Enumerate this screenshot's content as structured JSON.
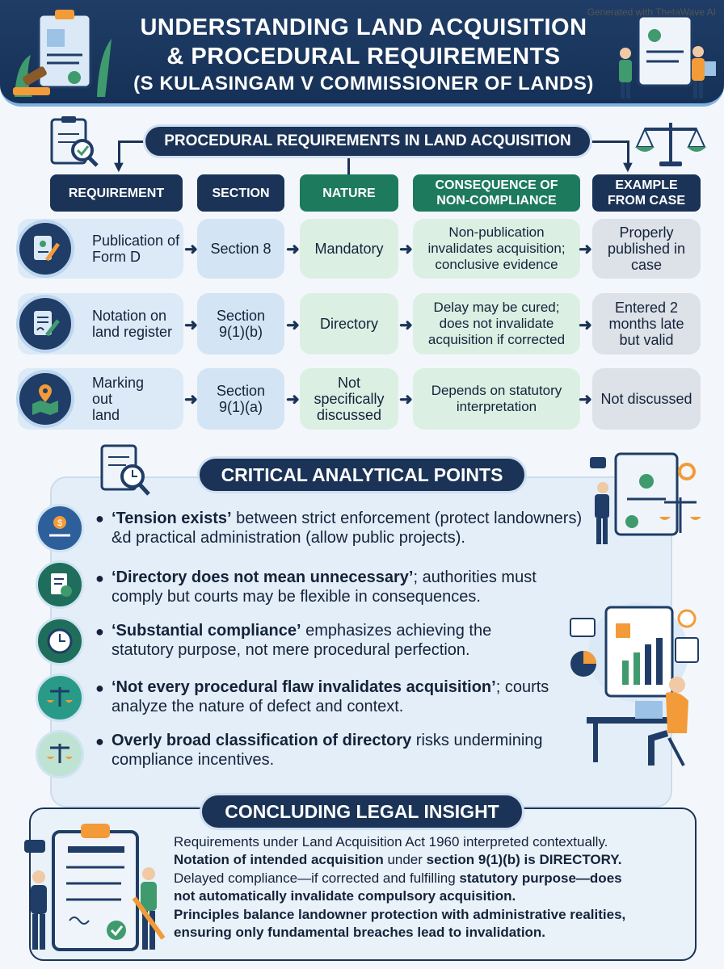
{
  "watermark": "Generated with ThetaWave AI",
  "header": {
    "line1": "UNDERSTANDING LAND ACQUISITION",
    "line2": "& PROCEDURAL REQUIREMENTS",
    "line3": "(S KULASINGAM V COMMISSIONER OF LANDS)"
  },
  "procedural": {
    "title": "PROCEDURAL REQUIREMENTS IN LAND ACQUISITION",
    "columns": [
      "REQUIREMENT",
      "SECTION",
      "NATURE",
      "CONSEQUENCE OF NON-COMPLIANCE",
      "EXAMPLE FROM CASE"
    ],
    "rows": [
      {
        "requirement": "Publication of Form D",
        "section": "Section 8",
        "nature": "Mandatory",
        "consequence": "Non-publication invalidates acquisition; conclusive evidence",
        "example": "Properly published in case"
      },
      {
        "requirement": "Notation on land register",
        "section": "Section 9(1)(b)",
        "nature": "Directory",
        "consequence": "Delay may be cured; does not invalidate acquisition if corrected",
        "example": "Entered 2 months late but valid"
      },
      {
        "requirement": "Marking out land",
        "section": "Section 9(1)(a)",
        "nature": "Not specifically discussed",
        "consequence": "Depends on statutory interpretation",
        "example": "Not discussed"
      }
    ]
  },
  "analysis": {
    "title": "CRITICAL ANALYTICAL POINTS",
    "points": [
      {
        "bold": "‘Tension exists’",
        "text": " between strict enforcement (protect landowners) &d practical administration (allow public projects)."
      },
      {
        "bold": "‘Directory does not mean unnecessary’",
        "text": "; authorities must comply but courts may be flexible in consequences."
      },
      {
        "bold": "‘Substantial compliance’",
        "text": " emphasizes achieving the statutory purpose, not mere procedural perfection."
      },
      {
        "bold": "‘Not every procedural flaw invalidates acquisition’",
        "text": "; courts analyze the nature of defect and context."
      },
      {
        "bold": "Overly broad classification of directory",
        "text": " risks undermining compliance incentives."
      }
    ]
  },
  "conclusion": {
    "title": "CONCLUDING LEGAL INSIGHT",
    "l1": "Requirements under Land Acquisition Act 1960 interpreted contextually.",
    "l2a": "Notation of intended acquisition",
    "l2b": " under ",
    "l2c": "section 9(1)(b) is DIRECTORY.",
    "l3a": "Delayed compliance—if corrected and fulfilling ",
    "l3b": "statutory purpose—does",
    "l4": " not automatically invalidate compulsory acquisition.",
    "l5": "Principles balance landowner protection with administrative realities,",
    "l6": " ensuring only fundamental breaches lead to invalidation."
  },
  "colors": {
    "navy": "#1b3356",
    "green": "#1e7a5c",
    "orange": "#f29b38"
  }
}
